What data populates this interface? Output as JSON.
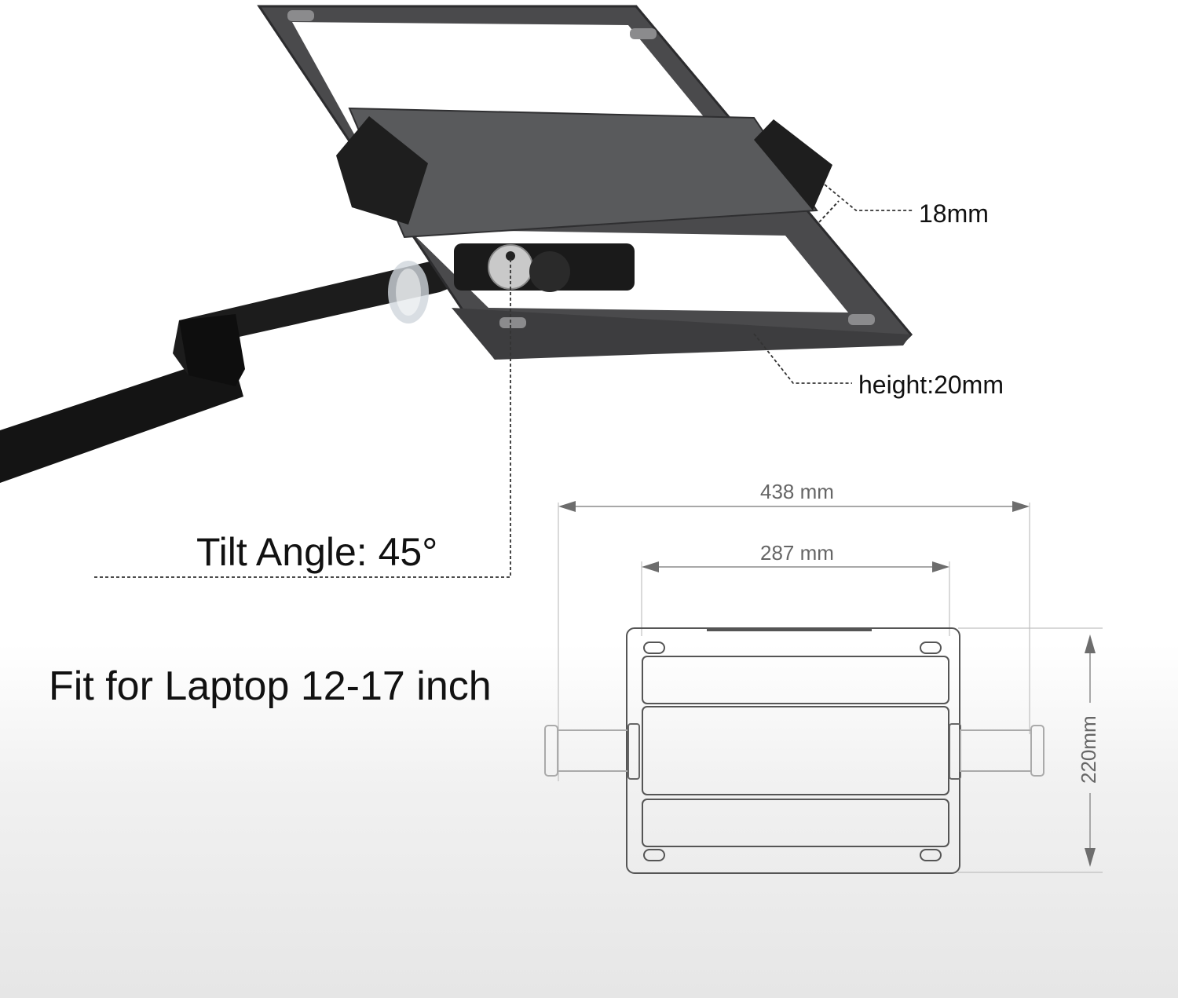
{
  "product_photo": {
    "callouts": {
      "clamp_thickness": "18mm",
      "tray_height": "height:20mm",
      "tilt_angle": "Tilt Angle: 45°"
    }
  },
  "headline": "Fit for Laptop 12-17 inch",
  "dimension_drawing": {
    "max_width": "438 mm",
    "min_width": "287 mm",
    "depth": "220mm"
  },
  "colors": {
    "tray": "#4a4a4c",
    "tray_edge": "#2c2c2e",
    "arm": "#161616",
    "dim_line": "#9a9a9a",
    "text": "#111111"
  }
}
